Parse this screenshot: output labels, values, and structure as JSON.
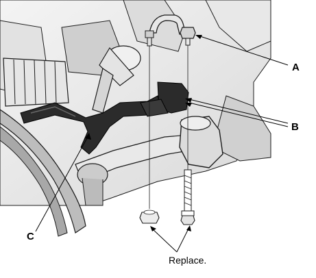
{
  "labels": {
    "a": "A",
    "b": "B",
    "c": "C",
    "replace_note": "Replace."
  },
  "colors": {
    "line_art": "#1a1a1a",
    "dark_part": "#2b2b2b",
    "light_fill": "#eeeeee",
    "mid_fill": "#c9c9c9",
    "background": "#ffffff"
  }
}
